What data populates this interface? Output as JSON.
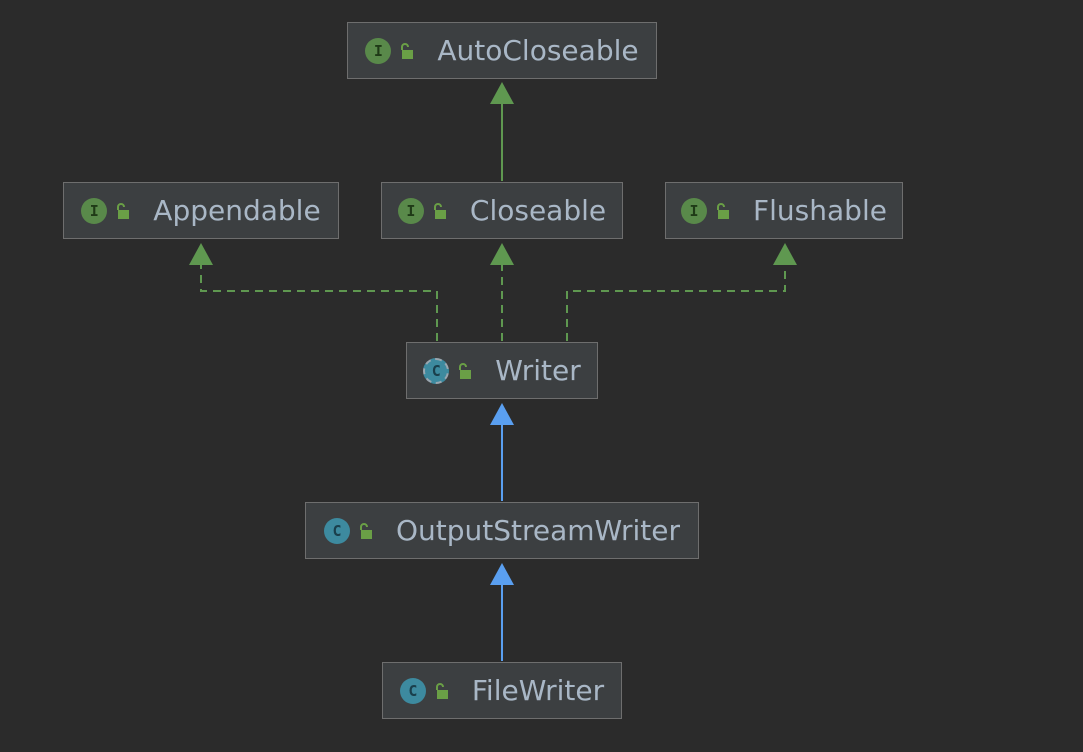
{
  "diagram": {
    "nodes": [
      {
        "id": "autocloseable",
        "label": "AutoCloseable",
        "kind": "interface",
        "badge": "I"
      },
      {
        "id": "appendable",
        "label": "Appendable",
        "kind": "interface",
        "badge": "I"
      },
      {
        "id": "closeable",
        "label": "Closeable",
        "kind": "interface",
        "badge": "I"
      },
      {
        "id": "flushable",
        "label": "Flushable",
        "kind": "interface",
        "badge": "I"
      },
      {
        "id": "writer",
        "label": "Writer",
        "kind": "abstract-class",
        "badge": "C"
      },
      {
        "id": "outputstreamwriter",
        "label": "OutputStreamWriter",
        "kind": "class",
        "badge": "C"
      },
      {
        "id": "filewriter",
        "label": "FileWriter",
        "kind": "class",
        "badge": "C"
      }
    ],
    "edges": [
      {
        "from": "closeable",
        "to": "autocloseable",
        "type": "extends-interface"
      },
      {
        "from": "writer",
        "to": "appendable",
        "type": "implements"
      },
      {
        "from": "writer",
        "to": "closeable",
        "type": "implements"
      },
      {
        "from": "writer",
        "to": "flushable",
        "type": "implements"
      },
      {
        "from": "outputstreamwriter",
        "to": "writer",
        "type": "extends"
      },
      {
        "from": "filewriter",
        "to": "outputstreamwriter",
        "type": "extends"
      }
    ],
    "colors": {
      "background": "#2b2b2b",
      "node_fill": "#3c3f41",
      "node_border": "#6e6e6e",
      "text": "#a9b7c6",
      "interface_arrow": "#5f9850",
      "class_arrow": "#5a9ff0",
      "interface_badge": "#59894a",
      "class_badge": "#3d8a9f",
      "lock": "#6a9f46"
    }
  }
}
